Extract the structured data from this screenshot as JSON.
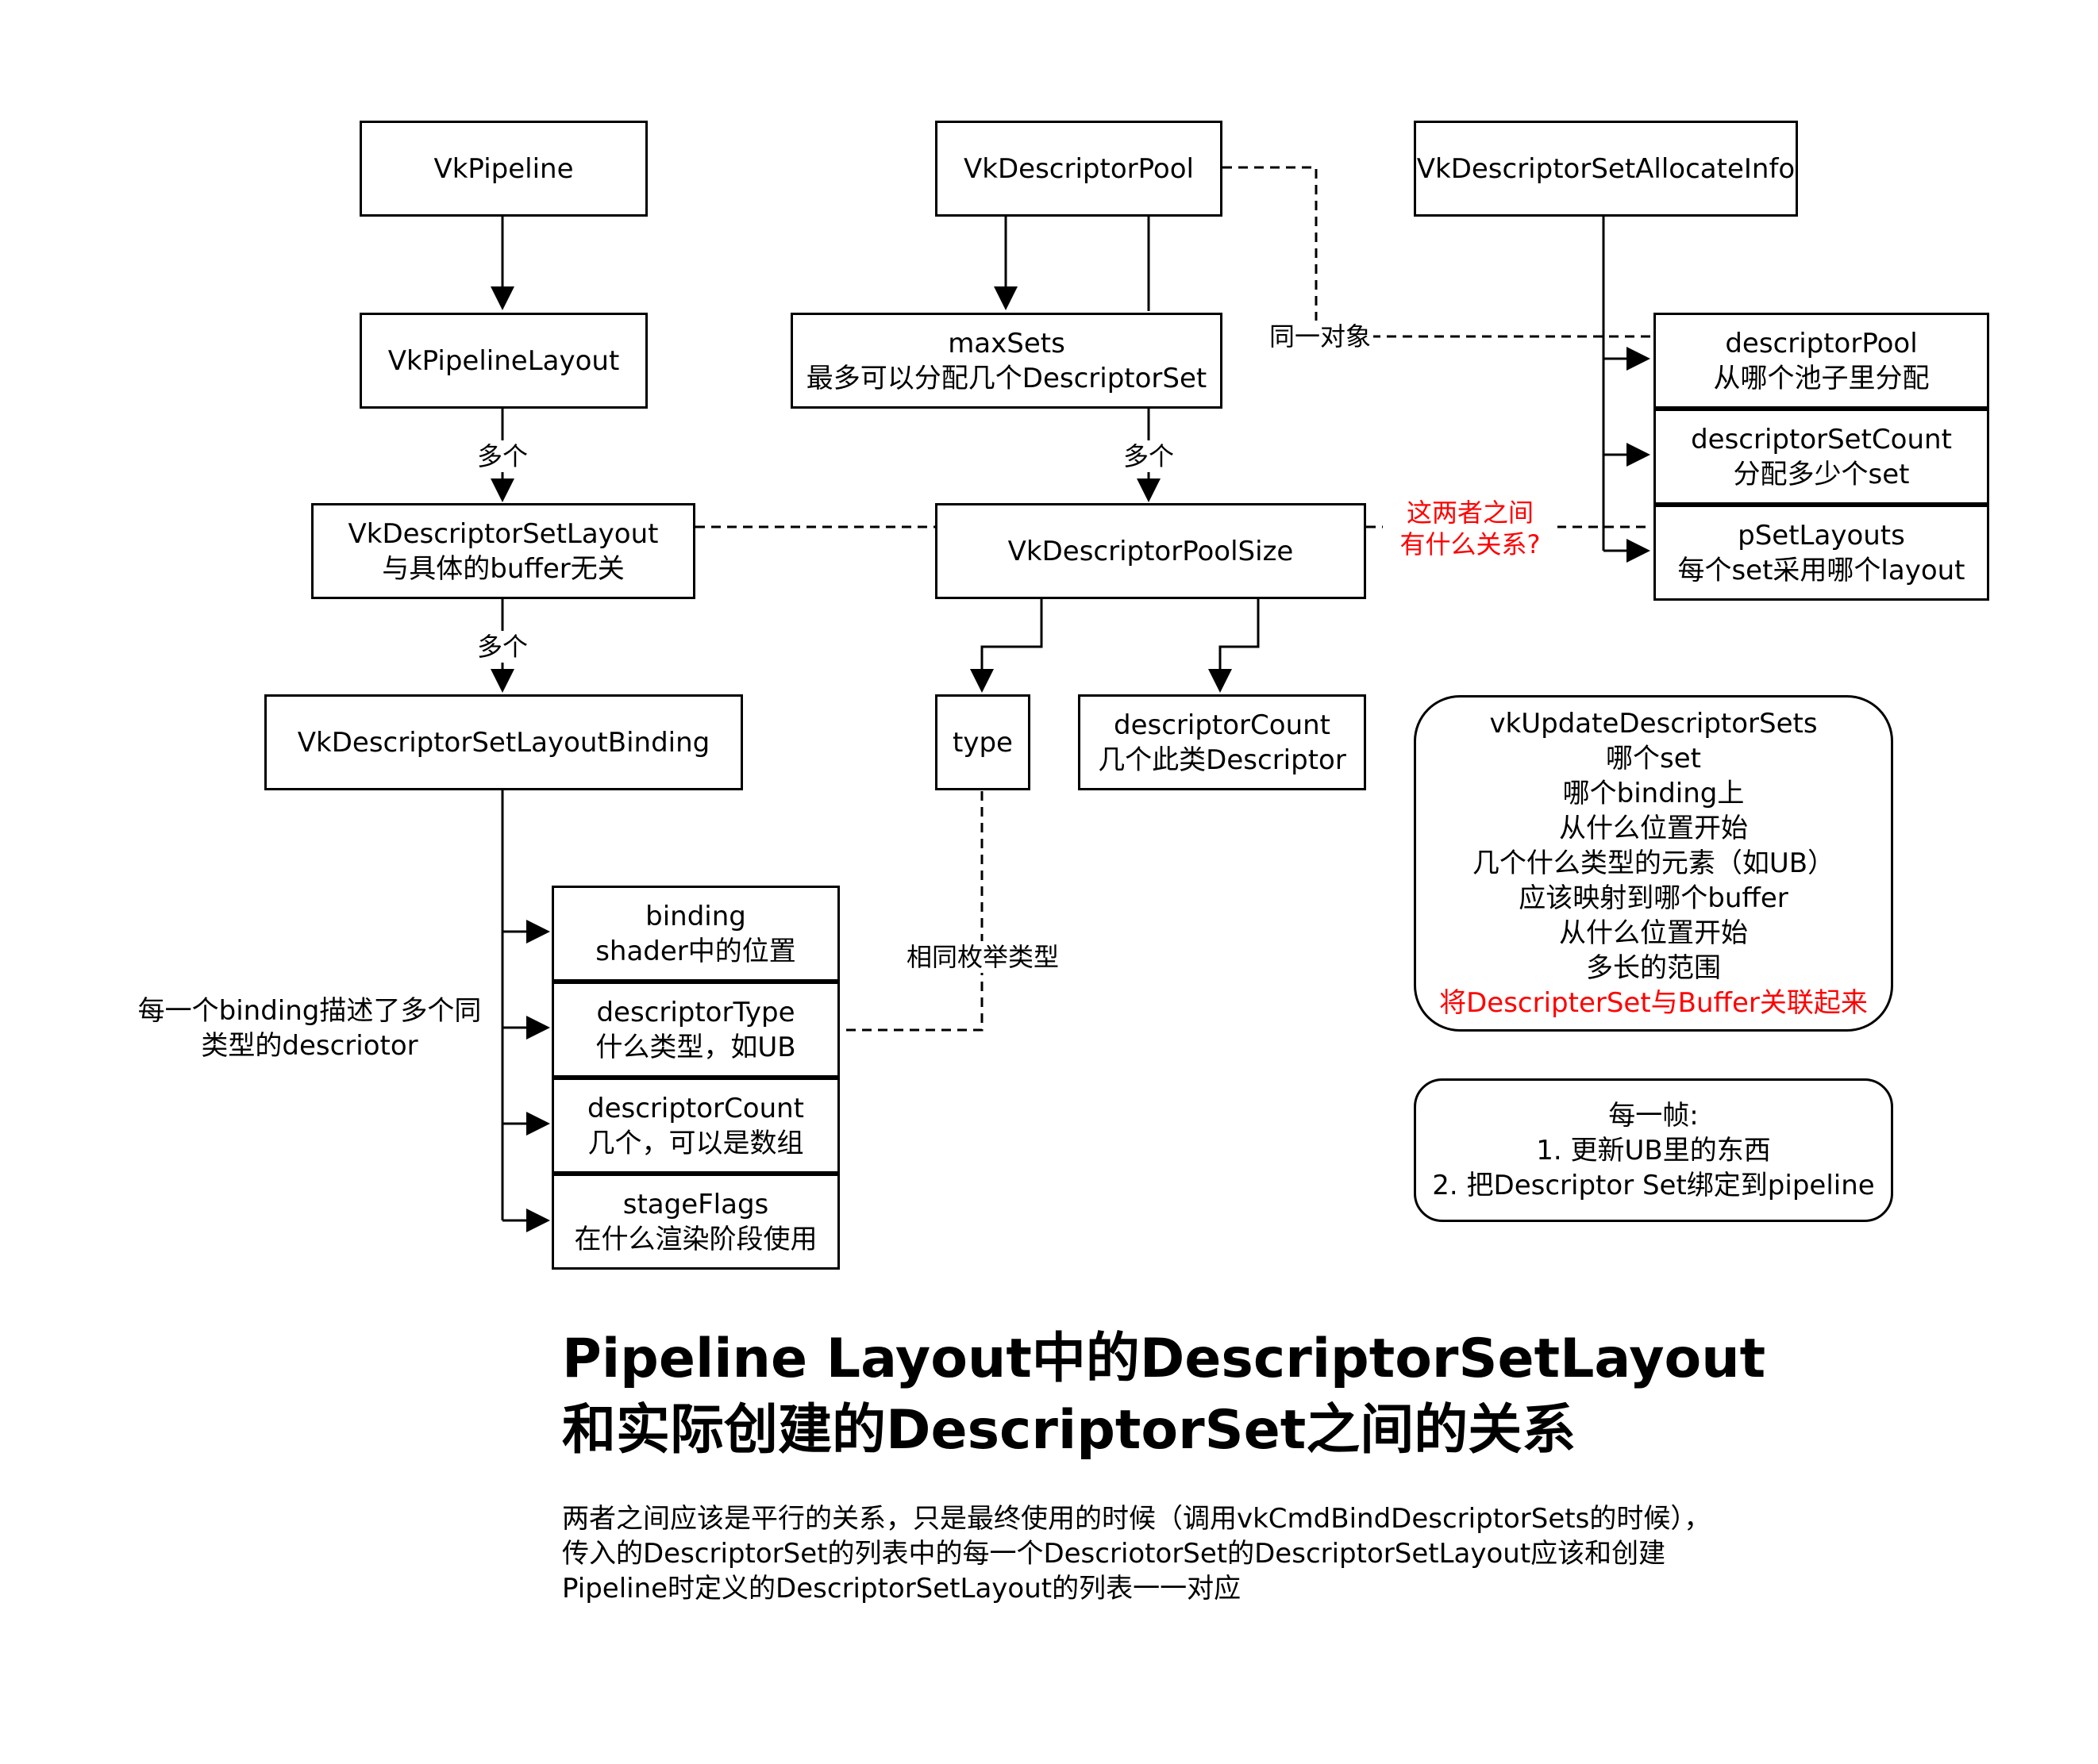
{
  "nodes": {
    "vk_pipeline": "VkPipeline",
    "vk_pipeline_layout": "VkPipelineLayout",
    "ds_layout": {
      "title": "VkDescriptorSetLayout",
      "note": "与具体的buffer无关"
    },
    "ds_layout_binding": "VkDescriptorSetLayoutBinding",
    "binding_fields": [
      {
        "name": "binding",
        "desc": "shader中的位置"
      },
      {
        "name": "descriptorType",
        "desc": "什么类型，如UB"
      },
      {
        "name": "descriptorCount",
        "desc": "几个，可以是数组"
      },
      {
        "name": "stageFlags",
        "desc": "在什么渲染阶段使用"
      }
    ],
    "descriptor_pool": "VkDescriptorPool",
    "max_sets": {
      "title": "maxSets",
      "note": "最多可以分配几个DescriptorSet"
    },
    "pool_size": "VkDescriptorPoolSize",
    "type": "type",
    "descriptor_count": {
      "title": "descriptorCount",
      "note": "几个此类Descriptor"
    },
    "alloc_info": "VkDescriptorSetAllocateInfo",
    "alloc_fields": [
      {
        "name": "descriptorPool",
        "desc": "从哪个池子里分配"
      },
      {
        "name": "descriptorSetCount",
        "desc": "分配多少个set"
      },
      {
        "name": "pSetLayouts",
        "desc": "每个set采用哪个layout"
      }
    ]
  },
  "edge_labels": {
    "many_1": "多个",
    "many_2": "多个",
    "many_3": "多个",
    "same_object": "同一对象",
    "same_enum": "相同枚举类型",
    "question_line1": "这两者之间",
    "question_line2": "有什么关系?"
  },
  "binding_note": {
    "line1": "每一个binding描述了多个同",
    "line2": "类型的descriotor"
  },
  "update_box": {
    "lines": [
      "vkUpdateDescriptorSets",
      "哪个set",
      "哪个binding上",
      "从什么位置开始",
      "几个什么类型的元素（如UB）",
      "应该映射到哪个buffer",
      "从什么位置开始",
      "多长的范围"
    ],
    "highlight": "将DescripterSet与Buffer关联起来"
  },
  "frame_box": {
    "lines": [
      "每一帧:",
      "1. 更新UB里的东西",
      "2. 把Descriptor Set绑定到pipeline"
    ]
  },
  "title": {
    "line1": "Pipeline Layout中的DescriptorSetLayout",
    "line2": "和实际创建的DescriptorSet之间的关系"
  },
  "description": "两者之间应该是平行的关系，只是最终使用的时候（调用vkCmdBindDescriptorSets的时候），传入的DescriptorSet的列表中的每一个DescriotorSet的DescriptorSetLayout应该和创建Pipeline时定义的DescriptorSetLayout的列表一一对应",
  "colors": {
    "line": "#000000",
    "highlight": "#ff0000"
  }
}
